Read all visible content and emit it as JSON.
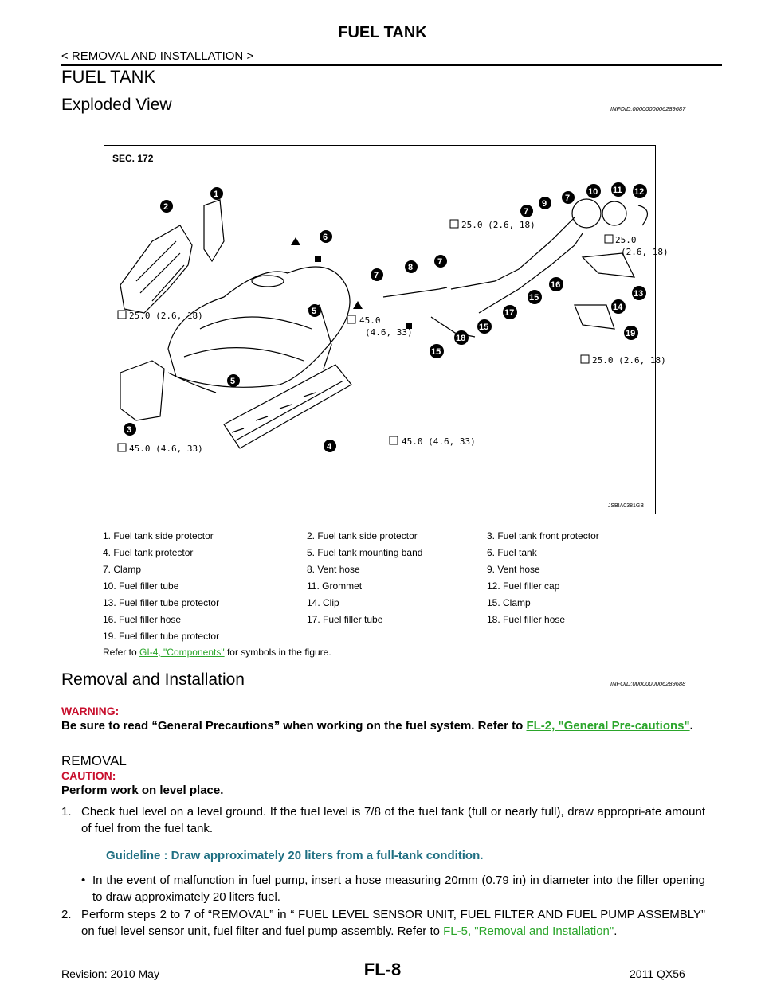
{
  "header": {
    "title": "FUEL TANK",
    "breadcrumb": "< REMOVAL AND INSTALLATION >"
  },
  "section_title": "FUEL TANK",
  "exploded": {
    "heading": "Exploded View",
    "infoid": "INFOID:0000000006289687"
  },
  "figure": {
    "sec": "SEC. 172",
    "code": "JSBIA0381GB",
    "torques": [
      "25.0 (2.6, 18)",
      "25.0",
      "(2.6, 18)",
      "25.0 (2.6, 18)",
      "45.0",
      "(4.6, 33)",
      "25.0 (2.6, 18)",
      "45.0 (4.6, 33)",
      "45.0 (4.6, 33)"
    ],
    "callouts": [
      "1",
      "2",
      "3",
      "4",
      "5",
      "5",
      "6",
      "7",
      "7",
      "7",
      "8",
      "9",
      "10",
      "11",
      "12",
      "13",
      "14",
      "15",
      "15",
      "15",
      "16",
      "17",
      "18",
      "19"
    ]
  },
  "legend": [
    "1.  Fuel tank side protector",
    "2.  Fuel tank side protector",
    "3.  Fuel tank front protector",
    "4.  Fuel tank protector",
    "5.  Fuel tank mounting band",
    "6.  Fuel tank",
    "7.  Clamp",
    "8.  Vent hose",
    "9.  Vent hose",
    "10.  Fuel filler tube",
    "11.  Grommet",
    "12.  Fuel filler cap",
    "13.  Fuel filler tube protector",
    "14.  Clip",
    "15.  Clamp",
    "16.  Fuel filler hose",
    "17.  Fuel filler tube",
    "18.  Fuel filler hose",
    "19.  Fuel filler tube protector"
  ],
  "legend_ref": {
    "pre": "Refer to ",
    "link": "GI-4, \"Components\"",
    "post": " for symbols in the figure."
  },
  "removal": {
    "heading": "Removal and Installation",
    "infoid": "INFOID:0000000006289688"
  },
  "warning": {
    "label": "WARNING:",
    "text": "Be sure to read “General Precautions” when working on the fuel system. Refer to ",
    "link": "FL-2, \"General Pre-cautions\"",
    "post": "."
  },
  "removal_sub": "REMOVAL",
  "caution": {
    "label": "CAUTION:",
    "text": "Perform work on level place."
  },
  "step1": {
    "num": "1.",
    "text": "Check fuel level on a level ground. If the fuel level is 7/8 of the fuel tank (full or nearly full), draw appropri-ate amount of fuel from the fuel tank."
  },
  "guideline": "Guideline     : Draw approximately 20 liters from a full-tank condition.",
  "bullet": {
    "text": "In the event of malfunction in fuel pump, insert a hose measuring 20mm (0.79 in) in diameter into the filler opening to draw approximately 20 liters fuel."
  },
  "step2": {
    "num": "2.",
    "text": "Perform steps 2 to 7 of “REMOVAL” in “ FUEL LEVEL SENSOR UNIT, FUEL FILTER AND FUEL PUMP ASSEMBLY” on fuel level sensor unit, fuel filter and fuel pump assembly. Refer to ",
    "link": "FL-5, \"Removal and Installation\"",
    "post": "."
  },
  "footer": {
    "revision": "Revision: 2010 May",
    "page": "FL-8",
    "model": "2011 QX56"
  }
}
